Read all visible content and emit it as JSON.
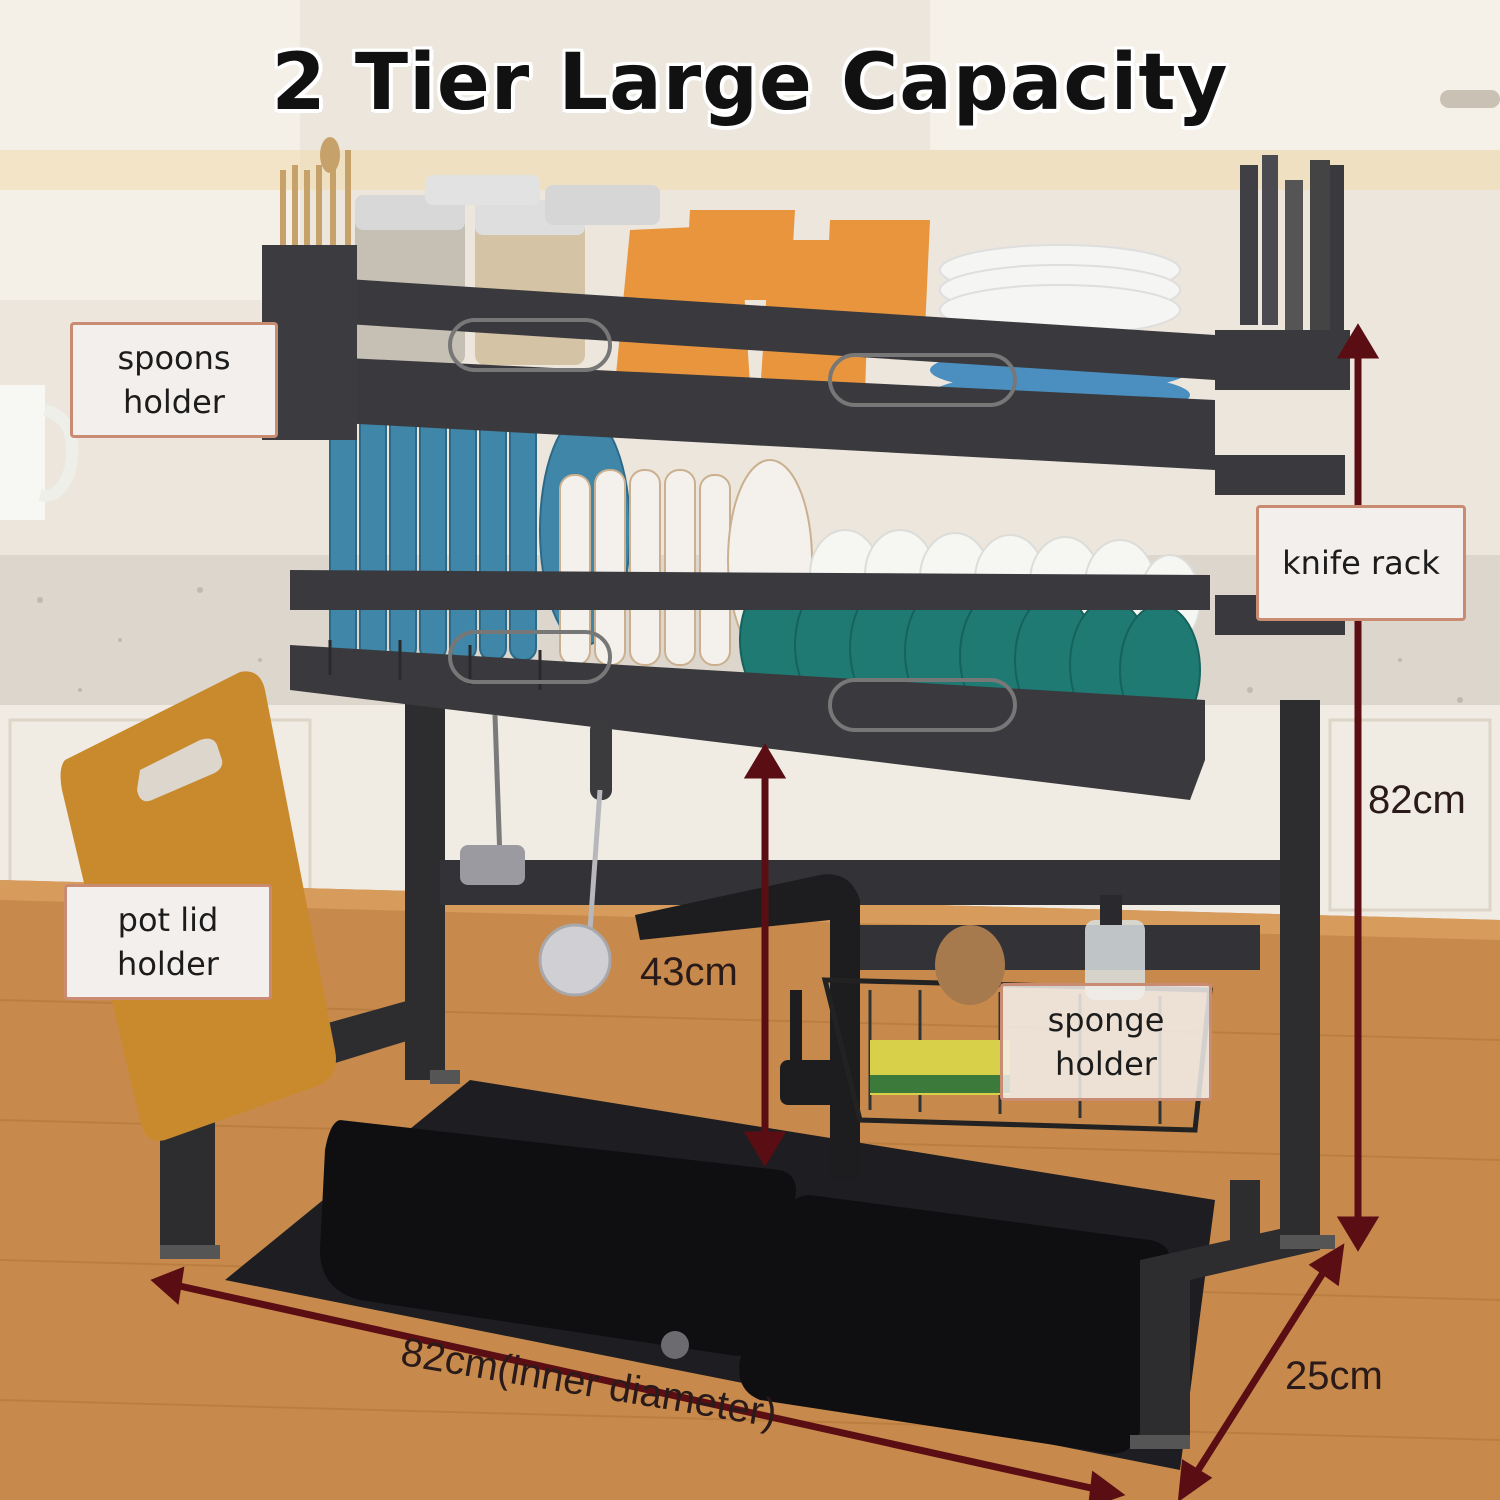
{
  "title": "2 Tier Large Capacity",
  "callouts": {
    "spoons_holder": [
      "spoons",
      "holder"
    ],
    "knife_rack": "knife rack",
    "pot_lid_holder": [
      "pot lid",
      "holder"
    ],
    "sponge_holder": [
      "sponge",
      "holder"
    ]
  },
  "dimensions": {
    "height": "82cm",
    "clearance": "43cm",
    "depth": "25cm",
    "width": "82cm(inner diameter)"
  },
  "colors": {
    "arrow": "#5a0e14",
    "callout_border": "#c98c73",
    "rack": "#3b3b3e",
    "plate_blue": "#3f86a8",
    "bowl_teal": "#1f7a73",
    "cup_orange": "#e8953e"
  }
}
